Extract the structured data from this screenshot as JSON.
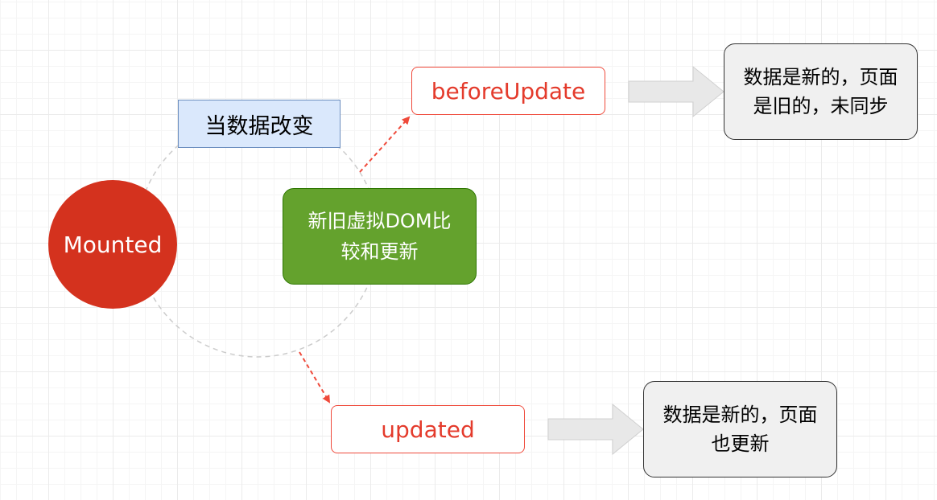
{
  "colors": {
    "mounted_fill": "#d4321e",
    "change_fill": "#dae8fc",
    "change_border": "#6c8ebf",
    "compare_fill": "#64a22d",
    "hook_border": "#ef4a3b",
    "hook_text": "#e43b2c",
    "note_fill": "#f0f0f0",
    "note_border": "#333333",
    "cycle_stroke": "#cccccc",
    "arrow_red": "#ef4a3b",
    "block_arrow_fill": "#e8e8e8"
  },
  "nodes": {
    "mounted": "Mounted",
    "data_change": "当数据改变",
    "vdom_compare": "新旧虚拟DOM比\n较和更新",
    "before_update": "beforeUpdate",
    "updated": "updated",
    "note_before_update": "数据是新的，页面\n是旧的，未同步",
    "note_updated": "数据是新的，页面\n也更新"
  }
}
